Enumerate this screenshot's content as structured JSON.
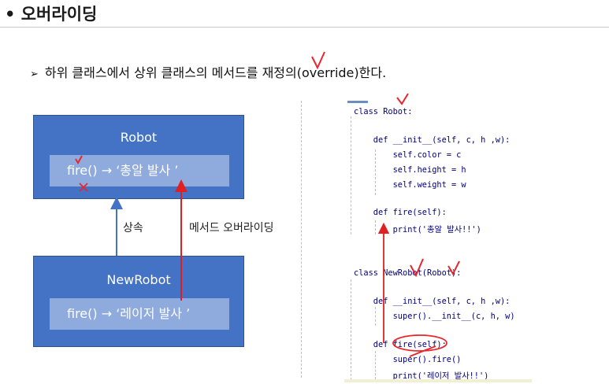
{
  "header": {
    "title": "• 오버라이딩"
  },
  "bullet": {
    "marker": "➢",
    "text": "하위 클래스에서 상위 클래스의 메서드를 재정의(override)한다."
  },
  "diagram": {
    "robot": {
      "name": "Robot",
      "method": "fire() → ‘총알 발사 ’"
    },
    "new_robot": {
      "name": "NewRobot",
      "method": "fire() → ‘레이저 발사 ’"
    },
    "inherit_label": "상속",
    "override_label": "메서드 오버라이딩",
    "colors": {
      "box": "#4472c4",
      "inner": "#8faadc",
      "inherit_arrow": "#4472c4",
      "override_arrow": "#e02020"
    }
  },
  "code": {
    "lines": [
      "class Robot:",
      "",
      "    def __init__(self, c, h ,w):",
      "        self.color = c",
      "        self.height = h",
      "        self.weight = w",
      "",
      "    def fire(self):",
      "        print('총알 발사!!')",
      "",
      "",
      "class NewRobot(Robot):",
      "",
      "    def __init__(self, c, h ,w):",
      "        super().__init__(c, h, w)",
      "",
      "    def fire(self):",
      "        super().fire()",
      "        print('레이저 발사!!')"
    ]
  },
  "annotations": {
    "color": "#e8262b"
  }
}
